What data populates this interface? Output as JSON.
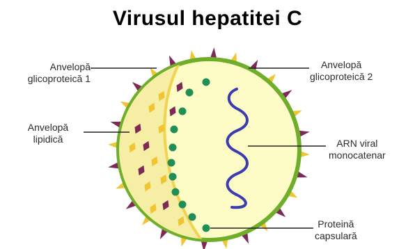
{
  "title": "Virusul hepatitei C",
  "labels": {
    "envelope_glyco_1": {
      "line1": "Anvelopă",
      "line2": "glicoproteică 1"
    },
    "envelope_glyco_2": {
      "line1": "Anvelopă",
      "line2": "glicoproteică 2"
    },
    "lipid_envelope": {
      "line1": "Anvelopă",
      "line2": "lipidică"
    },
    "viral_rna": {
      "line1": "ARN viral",
      "line2": "monocatenar"
    },
    "capsid_protein": {
      "line1": "Proteină",
      "line2": "capsulară"
    }
  },
  "colors": {
    "outer_ring": "#6fae2b",
    "lipid_layer": "#f6eea4",
    "core": "#fdfbc6",
    "inner_ring": "#f2d24e",
    "capsid_dot": "#1f8f57",
    "rna": "#3b3cb0",
    "spike_glyco_1": "#f0c531",
    "spike_glyco_2": "#7e2a57",
    "leader_line": "#222222"
  }
}
